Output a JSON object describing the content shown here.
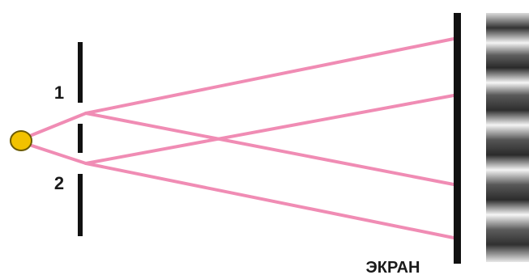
{
  "labels": {
    "slit_1": "1",
    "slit_2": "2",
    "screen": "ЭКРАН"
  },
  "colors": {
    "ray": "#f08cb4",
    "source_fill": "#f2c200",
    "source_stroke": "#6b5a00",
    "barrier": "#111111",
    "screen": "#111111"
  }
}
